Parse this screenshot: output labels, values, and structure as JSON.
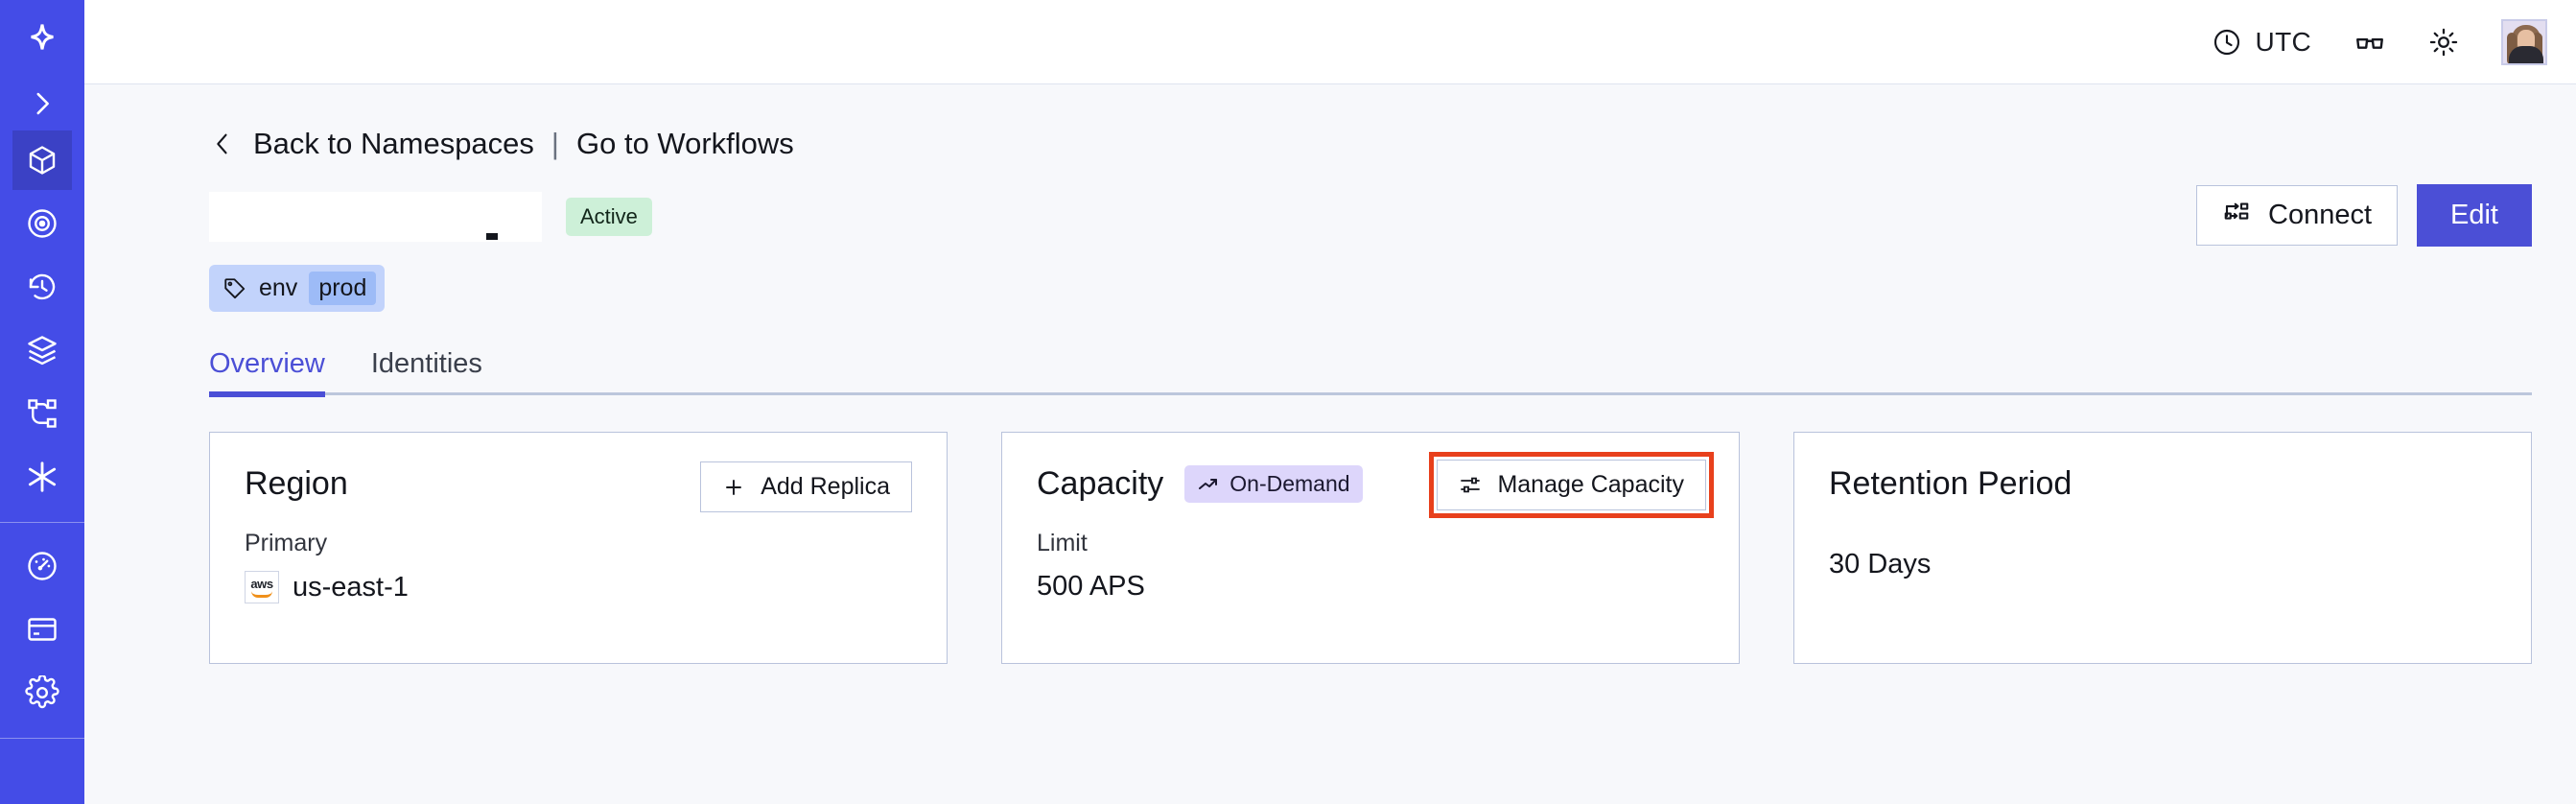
{
  "sidebar": {
    "brand_color": "#444ce7",
    "items": [
      {
        "name": "logo",
        "icon": "temporal-logo-icon",
        "active": false
      },
      {
        "name": "expand",
        "icon": "chevron-right-icon",
        "active": false
      },
      {
        "name": "namespaces",
        "icon": "cube-icon",
        "active": true
      },
      {
        "name": "observability",
        "icon": "eye-icon",
        "active": false
      },
      {
        "name": "history",
        "icon": "clock-rewind-icon",
        "active": false
      },
      {
        "name": "layers",
        "icon": "layers-icon",
        "active": false
      },
      {
        "name": "workflows",
        "icon": "workflow-graph-icon",
        "active": false
      },
      {
        "name": "asterisk",
        "icon": "asterisk-icon",
        "active": false
      },
      {
        "name": "usage",
        "icon": "gauge-icon",
        "active": false
      },
      {
        "name": "billing",
        "icon": "credit-card-icon",
        "active": false
      },
      {
        "name": "settings",
        "icon": "gear-icon",
        "active": false
      }
    ]
  },
  "topbar": {
    "timezone": "UTC",
    "clock_icon": "clock-icon",
    "glasses_icon": "glasses-icon",
    "theme_icon": "sun-icon",
    "avatar_icon": "user-avatar"
  },
  "breadcrumb": {
    "back_icon": "chevron-left-icon",
    "back_label": "Back to Namespaces",
    "separator": "|",
    "forward_label": "Go to Workflows"
  },
  "header": {
    "title": "",
    "status_badge": "Active",
    "status_color": "#cdf0d8",
    "connect_label": "Connect",
    "connect_icon": "connection-flow-icon",
    "edit_label": "Edit",
    "edit_color": "#4b4fd6"
  },
  "tag": {
    "icon": "tag-icon",
    "key": "env",
    "value": "prod"
  },
  "tabs": [
    {
      "label": "Overview",
      "active": true
    },
    {
      "label": "Identities",
      "active": false
    }
  ],
  "cards": {
    "region": {
      "title": "Region",
      "action_label": "Add Replica",
      "action_icon": "plus-icon",
      "label": "Primary",
      "provider_icon": "aws-logo",
      "provider_text": "aws",
      "value": "us-east-1"
    },
    "capacity": {
      "title": "Capacity",
      "badge": "On-Demand",
      "badge_icon": "trend-up-icon",
      "badge_color": "#ddd6fb",
      "action_label": "Manage Capacity",
      "action_icon": "sliders-icon",
      "highlight_color": "#e8401c",
      "label": "Limit",
      "value": "500 APS"
    },
    "retention": {
      "title": "Retention Period",
      "value": "30 Days"
    }
  }
}
